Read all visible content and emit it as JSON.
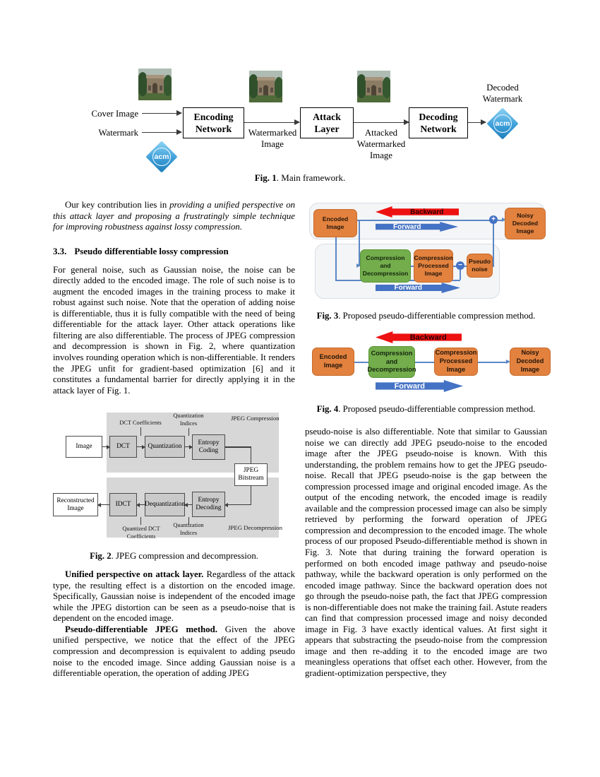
{
  "colors": {
    "orange_fill": "#E2823E",
    "orange_border": "#C86A2A",
    "green_fill": "#73AD4C",
    "green_border": "#5A9638",
    "red_arrow": "#EE1111",
    "blue_arrow": "#4472C4",
    "wire_blue": "#5B87C5",
    "panel_bg": "#F4F5F7",
    "fig2_panel_gray": "#D7D7D7",
    "acm_blue": "#3E9FD9"
  },
  "fig1": {
    "cover_image": "Cover Image",
    "watermark": "Watermark",
    "encoding_network": "Encoding\nNetwork",
    "watermarked_image": "Watermarked\nImage",
    "attack_layer": "Attack\nLayer",
    "attacked_watermarked_image": "Attacked\nWatermarked\nImage",
    "decoding_network": "Decoding\nNetwork",
    "decoded_watermark": "Decoded\nWatermark",
    "acm_logo_text": "acm",
    "caption_label": "Fig. 1",
    "caption_text": ". Main framework."
  },
  "left_column": {
    "intro_normal": "Our key contribution lies in ",
    "intro_italic": "providing a unified perspective on this attack layer and proposing a frustratingly simple technique for improving robustness against lossy compression.",
    "section_number": "3.3.",
    "section_title": "Pseudo differentiable lossy compression",
    "paragraph1": "For general noise, such as Gaussian noise, the noise can be directly added to the encoded image. The role of such noise is to augment the encoded images in the training process to make it robust against such noise. Note that the operation of adding noise is differentiable, thus it is fully compatible with the need of being differentiable for the attack layer. Other attack operations like filtering are also differentiable. The process of JPEG compression and decompression is shown in Fig. 2, where quantization involves rounding operation which is non-differentiable. It renders the JPEG unfit for gradient-based optimization [6] and it constitutes a fundamental barrier for directly applying it in the attack layer of Fig. 1.",
    "unified_lead": "Unified perspective on attack layer.",
    "unified_text": " Regardless of the attack type, the resulting effect is a distortion on the encoded image. Specifically, Gaussian noise is independent of the encoded image while the JPEG distortion can be seen as a pseudo-noise that is dependent on the encoded image.",
    "pseudo_lead": "Pseudo-differentiable JPEG method.",
    "pseudo_text": " Given the above unified perspective, we notice that the effect of the JPEG compression and decompression is equivalent to adding pseudo noise to the encoded image. Since adding Gaussian noise is a differentiable operation, the operation of adding JPEG"
  },
  "fig2": {
    "image": "Image",
    "dct": "DCT",
    "quantization": "Quantization",
    "entropy_coding": "Entropy\nCoding",
    "dct_coefficients": "DCT Coefficients",
    "quantization_indices_top": "Quantization\nIndices",
    "jpeg_compression": "JPEG Compression",
    "jpeg_bitstream": "JPEG\nBitstream",
    "reconstructed_image": "Reconstructed\nImage",
    "idct": "IDCT",
    "dequantization": "Dequantization",
    "entropy_decoding": "Entropy\nDecoding",
    "quantized_dct_coefficients": "Quantized DCT\nCoefficients",
    "quantization_indices_bottom": "Quantization\nIndices",
    "jpeg_decompression": "JPEG Decompression",
    "caption_label": "Fig. 2",
    "caption_text": ". JPEG compression and decompression."
  },
  "fig3": {
    "encoded_image": "Encoded\nImage",
    "noisy_decoded_image": "Noisy\nDecoded\nImage",
    "backward": "Backward",
    "forward_top": "Forward",
    "compression_decompression": "Compression\nand\nDecompression",
    "compression_processed_image": "Compression\nProcessed\nImage",
    "pseudo_noise": "Pseudo\nnoise",
    "forward_bottom": "Forward",
    "plus": "+",
    "minus": "−",
    "caption_label": "Fig. 3",
    "caption_text": ". Proposed pseudo-differentiable compression method."
  },
  "fig4": {
    "encoded_image": "Encoded\nImage",
    "compression_decompression": "Compression\nand\nDecompression",
    "compression_processed_image": "Compression\nProcessed\nImage",
    "noisy_decoded_image": "Noisy\nDecoded\nImage",
    "backward": "Backward",
    "forward": "Forward",
    "caption_label": "Fig. 4",
    "caption_text": ". Proposed pseudo-differentiable compression method."
  },
  "right_column": {
    "paragraph": "pseudo-noise is also differentiable. Note that similar to Gaussian noise we can directly add JPEG pseudo-noise to the encoded image after the JPEG pseudo-noise is known. With this understanding, the problem remains how to get the JPEG pseudo-noise. Recall that JPEG pseudo-noise is the gap between the compression processed image and original encoded image. As the output of the encoding network, the encoded image is readily available and the compression processed image can also be simply retrieved by performing the forward operation of JPEG compression and decompression to the encoded image. The whole process of our proposed Pseudo-differentiable method is shown in Fig. 3. Note that during training the forward operation is performed on both encoded image pathway and pseudo-noise pathway, while the backward operation is only performed on the encoded image pathway. Since the backward operation does not go through the pseudo-noise path, the fact that JPEG compression is non-differentiable does not make the training fail. Astute readers can find that compression processed image and noisy deconded image in Fig. 3 have exactly identical values. At first sight it appears that substracting the pseudo-noise from the compression image and then re-adding it to the encoded image are two meaningless operations that offset each other. However, from the gradient-optimization perspective, they"
  }
}
